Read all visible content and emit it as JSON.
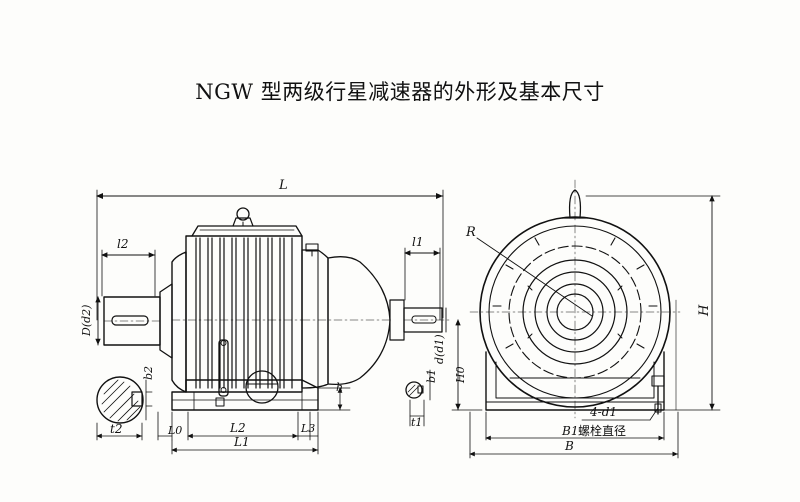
{
  "title": "NGW 型两级行星减速器的外形及基本尺寸",
  "labels": {
    "L": "L",
    "l2": "l2",
    "l1": "l1",
    "D_d2": "D(d2)",
    "d_d1": "d(d1)",
    "b2": "b2",
    "b1": "b1",
    "t2": "t2",
    "t1": "t1",
    "L0": "L0",
    "L2": "L2",
    "L3": "L3",
    "L1": "L1",
    "h": "h",
    "H0": "H0",
    "R": "R",
    "H": "H",
    "four_d1": "4-d1",
    "B1": "B1",
    "B1_note": "螺栓直径",
    "B": "B"
  }
}
